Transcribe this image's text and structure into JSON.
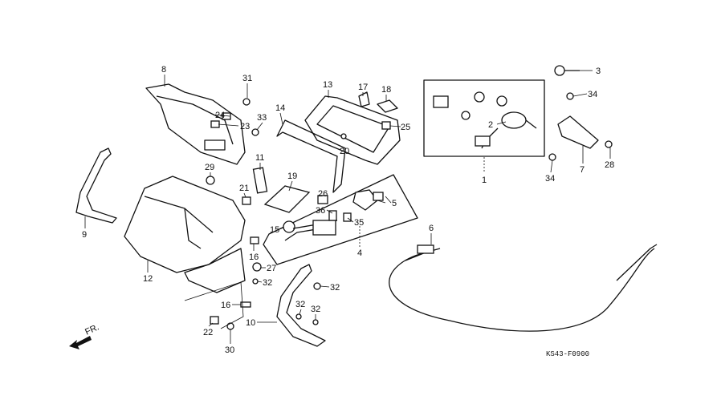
{
  "diagram": {
    "labels": {
      "l8": "8",
      "l31": "31",
      "l24": "24",
      "l23": "23",
      "l33": "33",
      "l13": "13",
      "l17": "17",
      "l18": "18",
      "l14": "14",
      "l25": "25",
      "l20": "20",
      "l3": "3",
      "l34a": "34",
      "l2": "2",
      "l1": "1",
      "l7": "7",
      "l28": "28",
      "l34b": "34",
      "l11": "11",
      "l19": "19",
      "l26": "26",
      "l29": "29",
      "l21": "21",
      "l36": "36",
      "l35": "35",
      "l5": "5",
      "l15": "15",
      "l4": "4",
      "l6": "6",
      "l9": "9",
      "l12": "12",
      "l16a": "16",
      "l27": "27",
      "l32a": "32",
      "l32b": "32",
      "l16b": "16",
      "l32c": "32",
      "l32d": "32",
      "l10": "10",
      "l22": "22",
      "l30": "30"
    },
    "front_arrow_label": "FR.",
    "diagram_code": "KS43-F0900"
  }
}
